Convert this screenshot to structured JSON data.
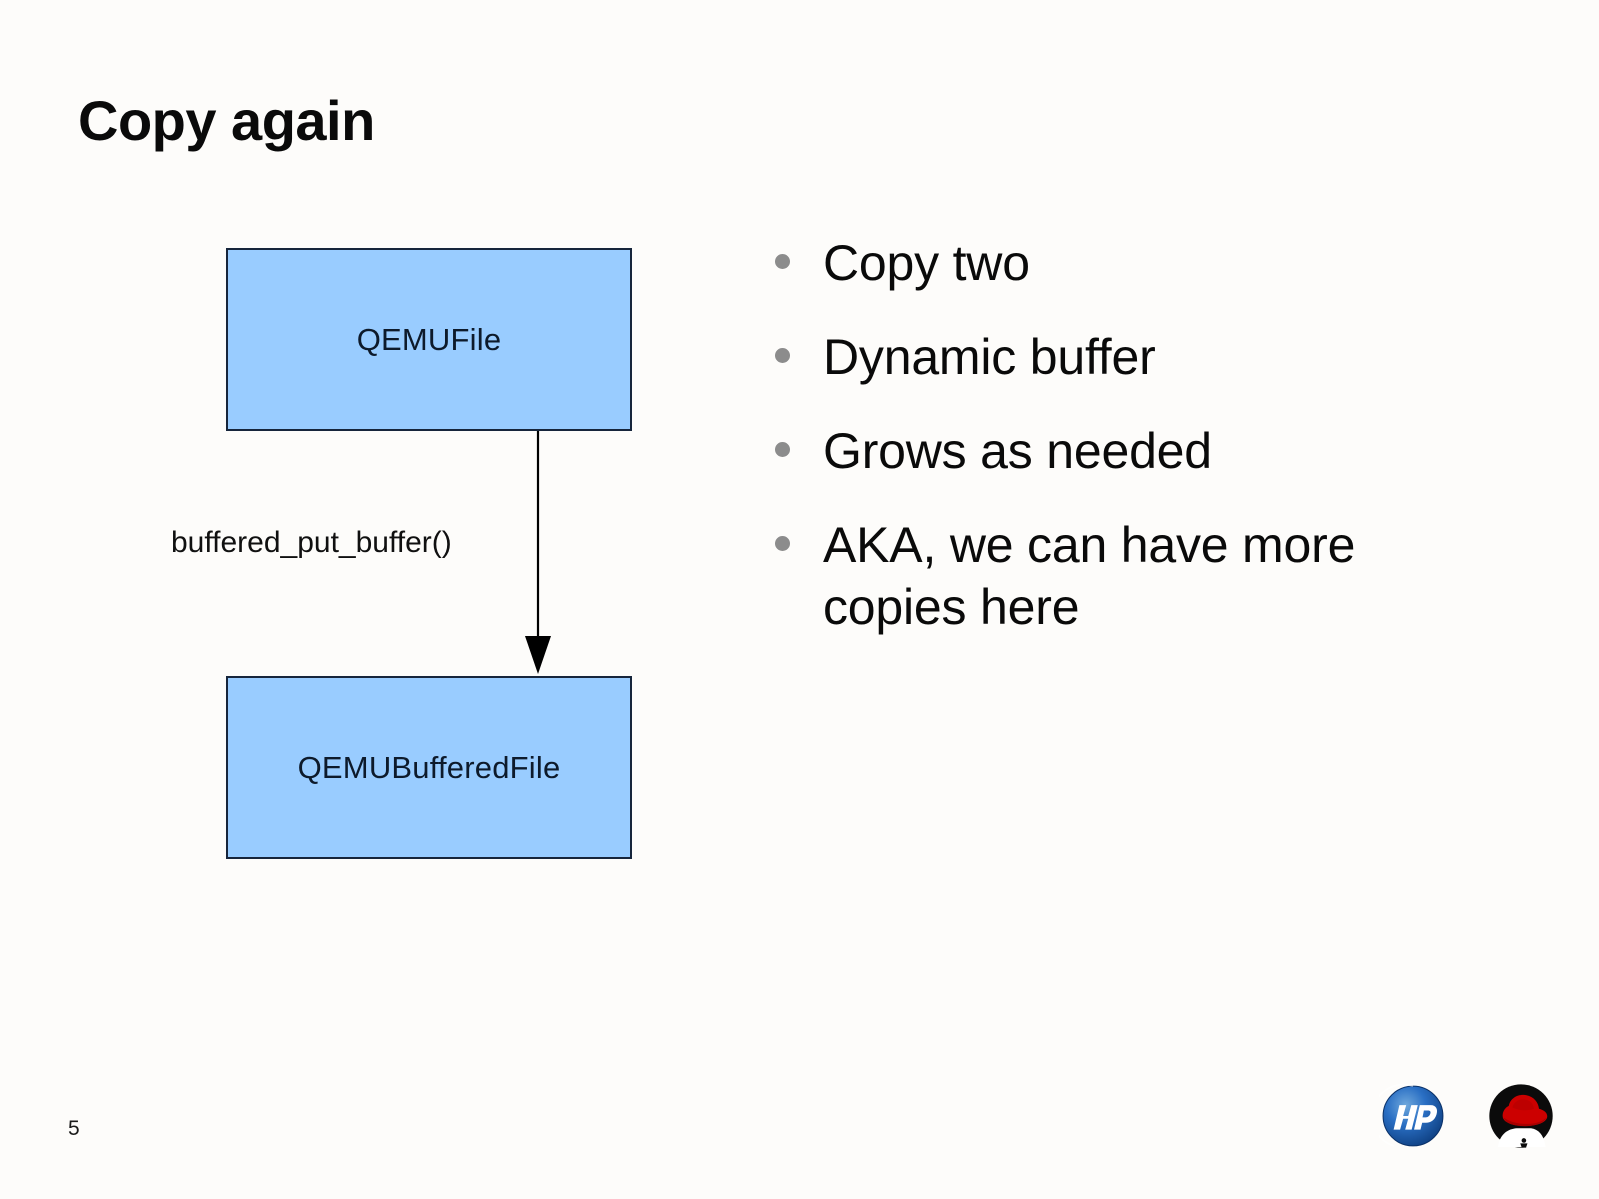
{
  "slide": {
    "title": "Copy again",
    "page_number": "5",
    "background_color": "#fdfcfa"
  },
  "diagram": {
    "node_fill_color": "#99ccff",
    "node_border_color": "#16253b",
    "nodes": [
      {
        "id": "qemufile",
        "label": "QEMUFile"
      },
      {
        "id": "qemubufferedfile",
        "label": "QEMUBufferedFile"
      }
    ],
    "edge": {
      "label": "buffered_put_buffer()",
      "from": "qemufile",
      "to": "qemubufferedfile",
      "direction": "down",
      "arrowhead": "filled-triangle",
      "color": "#000000"
    }
  },
  "bullets": {
    "marker_color": "#8c8c8c",
    "items": [
      {
        "text": "Copy two"
      },
      {
        "text": "Dynamic buffer"
      },
      {
        "text": "Grows as needed"
      },
      {
        "text": "AKA, we can have more copies here"
      }
    ]
  },
  "logos": [
    {
      "name": "hp-logo",
      "alt": "hp",
      "letters": "hp",
      "color": "#1a5fb4"
    },
    {
      "name": "red-hat-logo",
      "alt": "Red Hat",
      "color": "#cc0000"
    }
  ]
}
